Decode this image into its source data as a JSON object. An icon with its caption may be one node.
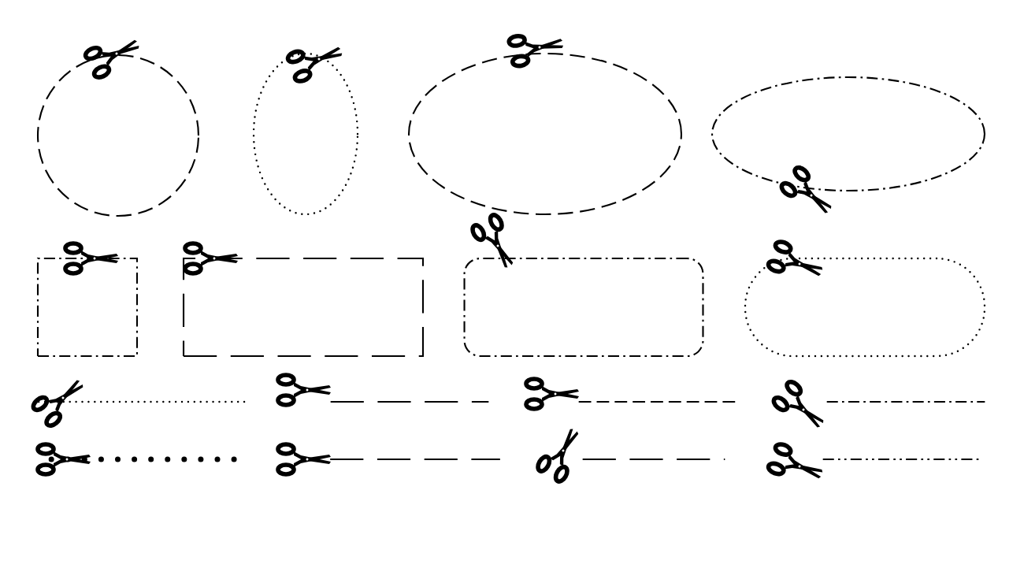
{
  "diagram": {
    "nodes": [
      {
        "text": [],
        "shape": "circle"
      },
      {
        "text": [],
        "shape": "ellipse"
      },
      {
        "text": [],
        "shape": "ellipse"
      },
      {
        "text": [],
        "shape": "ellipse"
      },
      {
        "text": [],
        "shape": "box"
      },
      {
        "text": [],
        "shape": "box"
      },
      {
        "text": [],
        "shape": "box"
      },
      {
        "text": [],
        "shape": "capsule"
      },
      {
        "text": [],
        "shape": "line"
      },
      {
        "text": [],
        "shape": "line"
      },
      {
        "text": [],
        "shape": "line"
      },
      {
        "text": [],
        "shape": "line"
      },
      {
        "text": [],
        "shape": "line"
      },
      {
        "text": [],
        "shape": "line"
      },
      {
        "text": [],
        "shape": "line"
      },
      {
        "text": [],
        "shape": "line"
      }
    ]
  }
}
